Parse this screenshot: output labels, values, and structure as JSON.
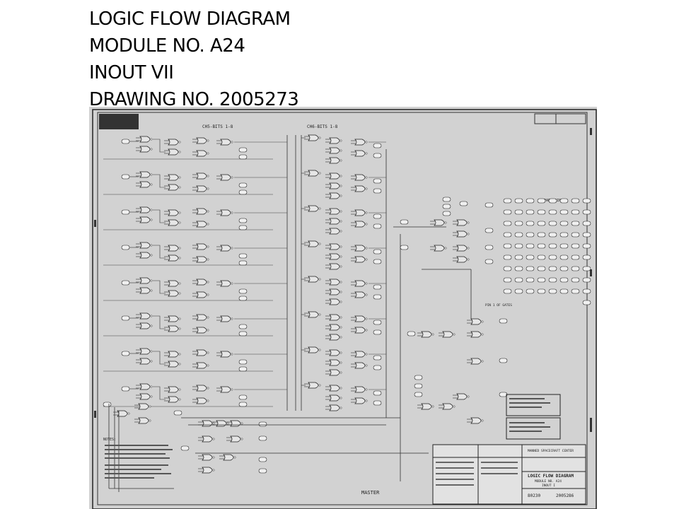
{
  "title_lines": [
    "LOGIC FLOW DIAGRAM",
    "MODULE NO. A24",
    "INOUT VII",
    "DRAWING NO. 2005273"
  ],
  "drawing": {
    "column_headers": [
      "CH5-BITS 1-8",
      "CH6-BITS 1-8"
    ],
    "title_block": {
      "title": "LOGIC FLOW DIAGRAM",
      "module": "MODULE NO. A24",
      "sub": "INOUT I",
      "drawing_number": "2005286",
      "code": "80230",
      "org": "MANNED SPACECRAFT CENTER",
      "master_stamp": "MASTER"
    },
    "labels": {
      "spare_pins": "SPARE PINS",
      "notes": "NOTES:",
      "pin_of_gates": "PIN 1 OF GATES"
    }
  }
}
